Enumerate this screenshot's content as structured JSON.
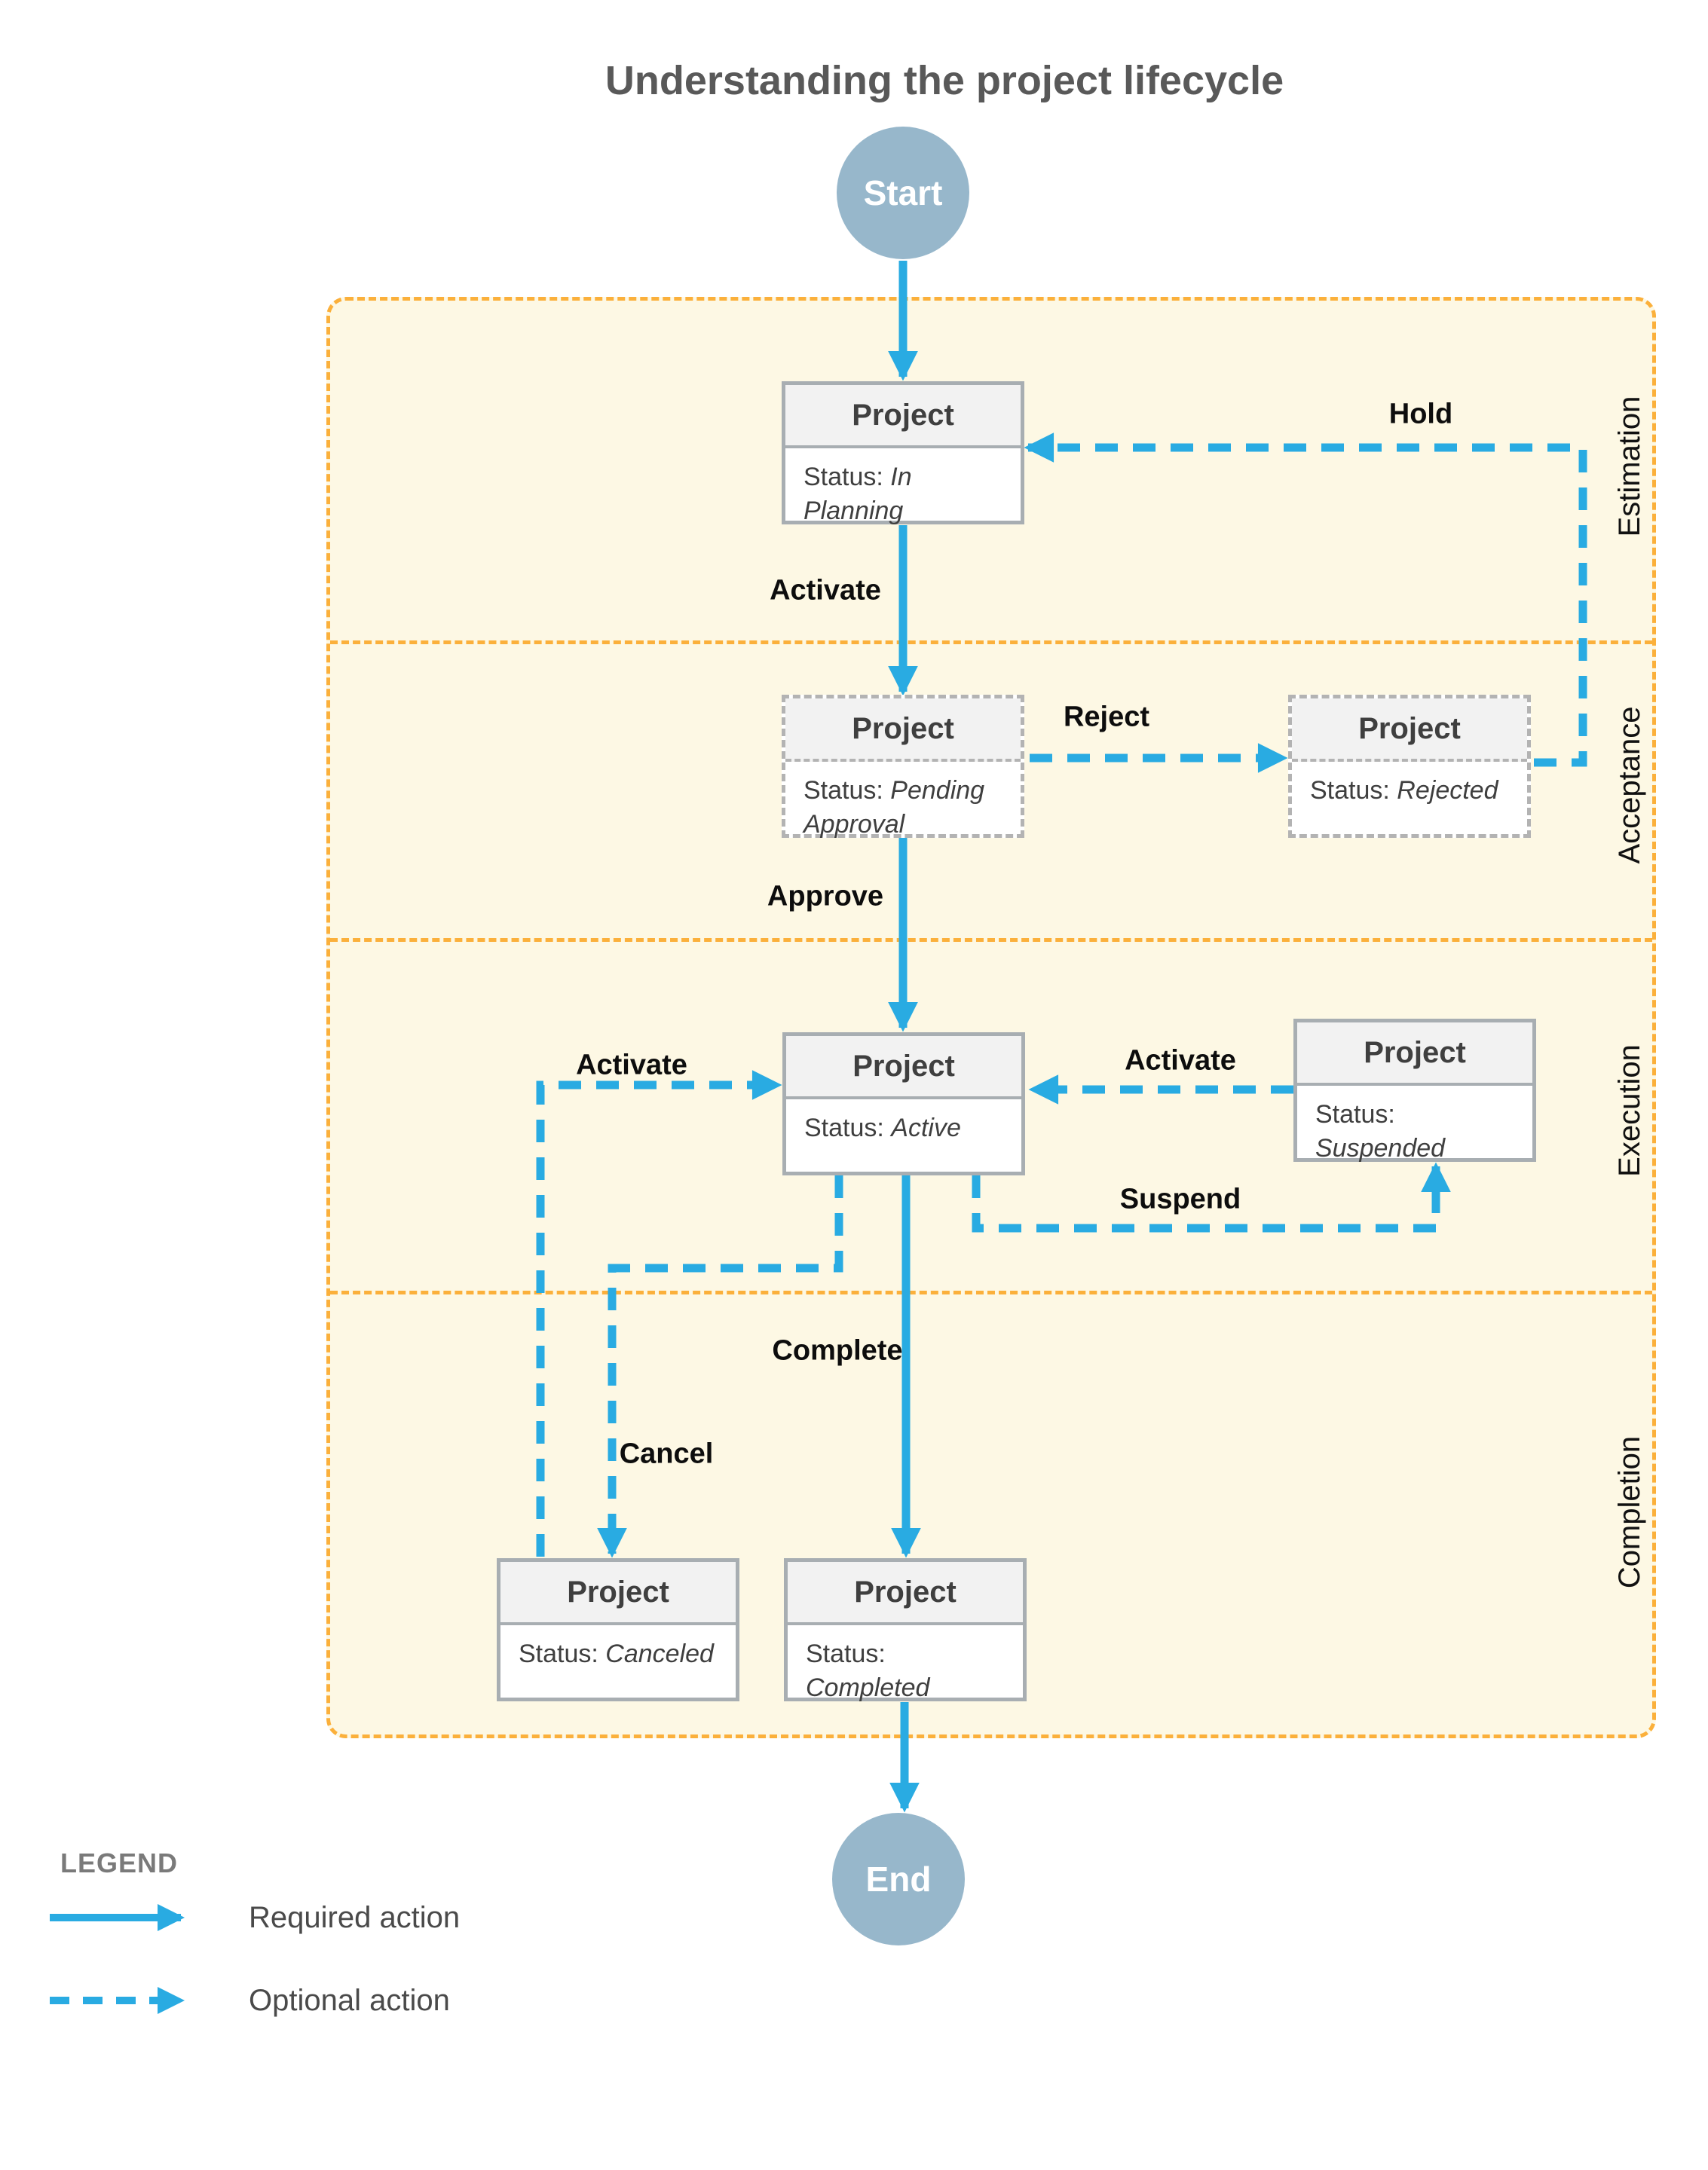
{
  "title": "Understanding the project lifecycle",
  "terminals": {
    "start": "Start",
    "end": "End"
  },
  "lanes": [
    {
      "label": "Estimation"
    },
    {
      "label": "Acceptance"
    },
    {
      "label": "Execution"
    },
    {
      "label": "Completion"
    }
  ],
  "nodes": [
    {
      "title": "Project",
      "status_label": "Status:",
      "status": "In Planning"
    },
    {
      "title": "Project",
      "status_label": "Status:",
      "status": "Pending Approval"
    },
    {
      "title": "Project",
      "status_label": "Status:",
      "status": "Rejected"
    },
    {
      "title": "Project",
      "status_label": "Status:",
      "status": "Active"
    },
    {
      "title": "Project",
      "status_label": "Status:",
      "status": "Suspended"
    },
    {
      "title": "Project",
      "status_label": "Status:",
      "status": "Canceled"
    },
    {
      "title": "Project",
      "status_label": "Status:",
      "status": "Completed"
    }
  ],
  "actions": {
    "hold": "Hold",
    "activate_planning": "Activate",
    "reject": "Reject",
    "approve": "Approve",
    "activate_from_canceled": "Activate",
    "activate_from_suspended": "Activate",
    "suspend": "Suspend",
    "complete": "Complete",
    "cancel": "Cancel"
  },
  "legend": {
    "title": "LEGEND",
    "required": "Required action",
    "optional": "Optional action"
  },
  "colors": {
    "action_blue": "#29abe2",
    "lane_border_orange": "#fbb03b",
    "lane_fill": "#fdf8e4",
    "terminal_fill": "#97b7cb",
    "node_border_gray": "#a8aeb2"
  }
}
